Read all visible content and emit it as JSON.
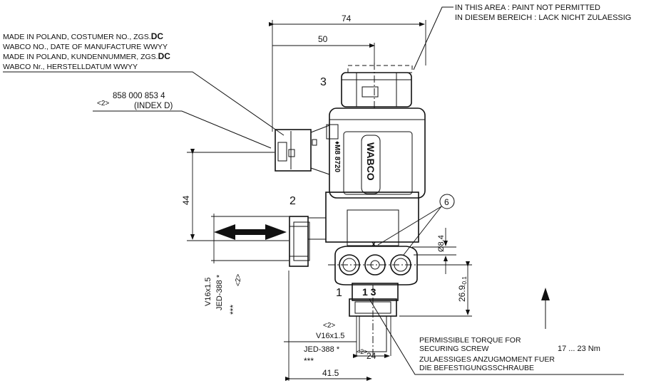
{
  "notes": {
    "paint": {
      "line1": "IN THIS AREA       : PAINT NOT PERMITTED",
      "line2": "IN DIESEM BEREICH : LACK NICHT ZULAESSIG"
    },
    "marking": {
      "line1_prefix": "MADE IN POLAND, COSTUMER NO., ZGS.",
      "line2": "WABCO NO., DATE OF MANUFACTURE WWYY",
      "line3_prefix": "MADE IN POLAND, KUNDENNUMMER, ZGS.",
      "line4": "WABCO Nr., HERSTELLDATUM WWYY",
      "logo": "DC"
    },
    "part_ref": "<2>",
    "part_number": "858 000 853 4",
    "index": "(INDEX D)",
    "torque": {
      "line1": "PERMISSIBLE TORQUE FOR",
      "line2": "SECURING SCREW",
      "value": "17 ... 23 Nm",
      "line3": "ZULAESSIGES ANZUGMOMENT FUER",
      "line4": "DIE BEFESTIGUNGSSCHRAUBE"
    }
  },
  "ports": {
    "port1": "1",
    "port2": "2",
    "port3": "3",
    "port13_label": "1 3",
    "item6": "6"
  },
  "dimensions": {
    "width_total": "74",
    "width_50": "50",
    "height_44": "44",
    "dia": "Ø8.4",
    "h26": "26.9",
    "h26_tol": "-0.1",
    "w24": "24",
    "w24_ref": "<2>",
    "w41": "41.5"
  },
  "threads": {
    "side": {
      "thread": "V16x1.5",
      "std": "JED-388 *",
      "ref": "<2>",
      "stars": "***"
    },
    "bottom": {
      "ref": "<2>",
      "thread": "V16x1.5",
      "std": "JED-388 *",
      "stars": "***"
    }
  },
  "body_marks": {
    "brand": "WABCO",
    "code": "♦M8 8720"
  }
}
